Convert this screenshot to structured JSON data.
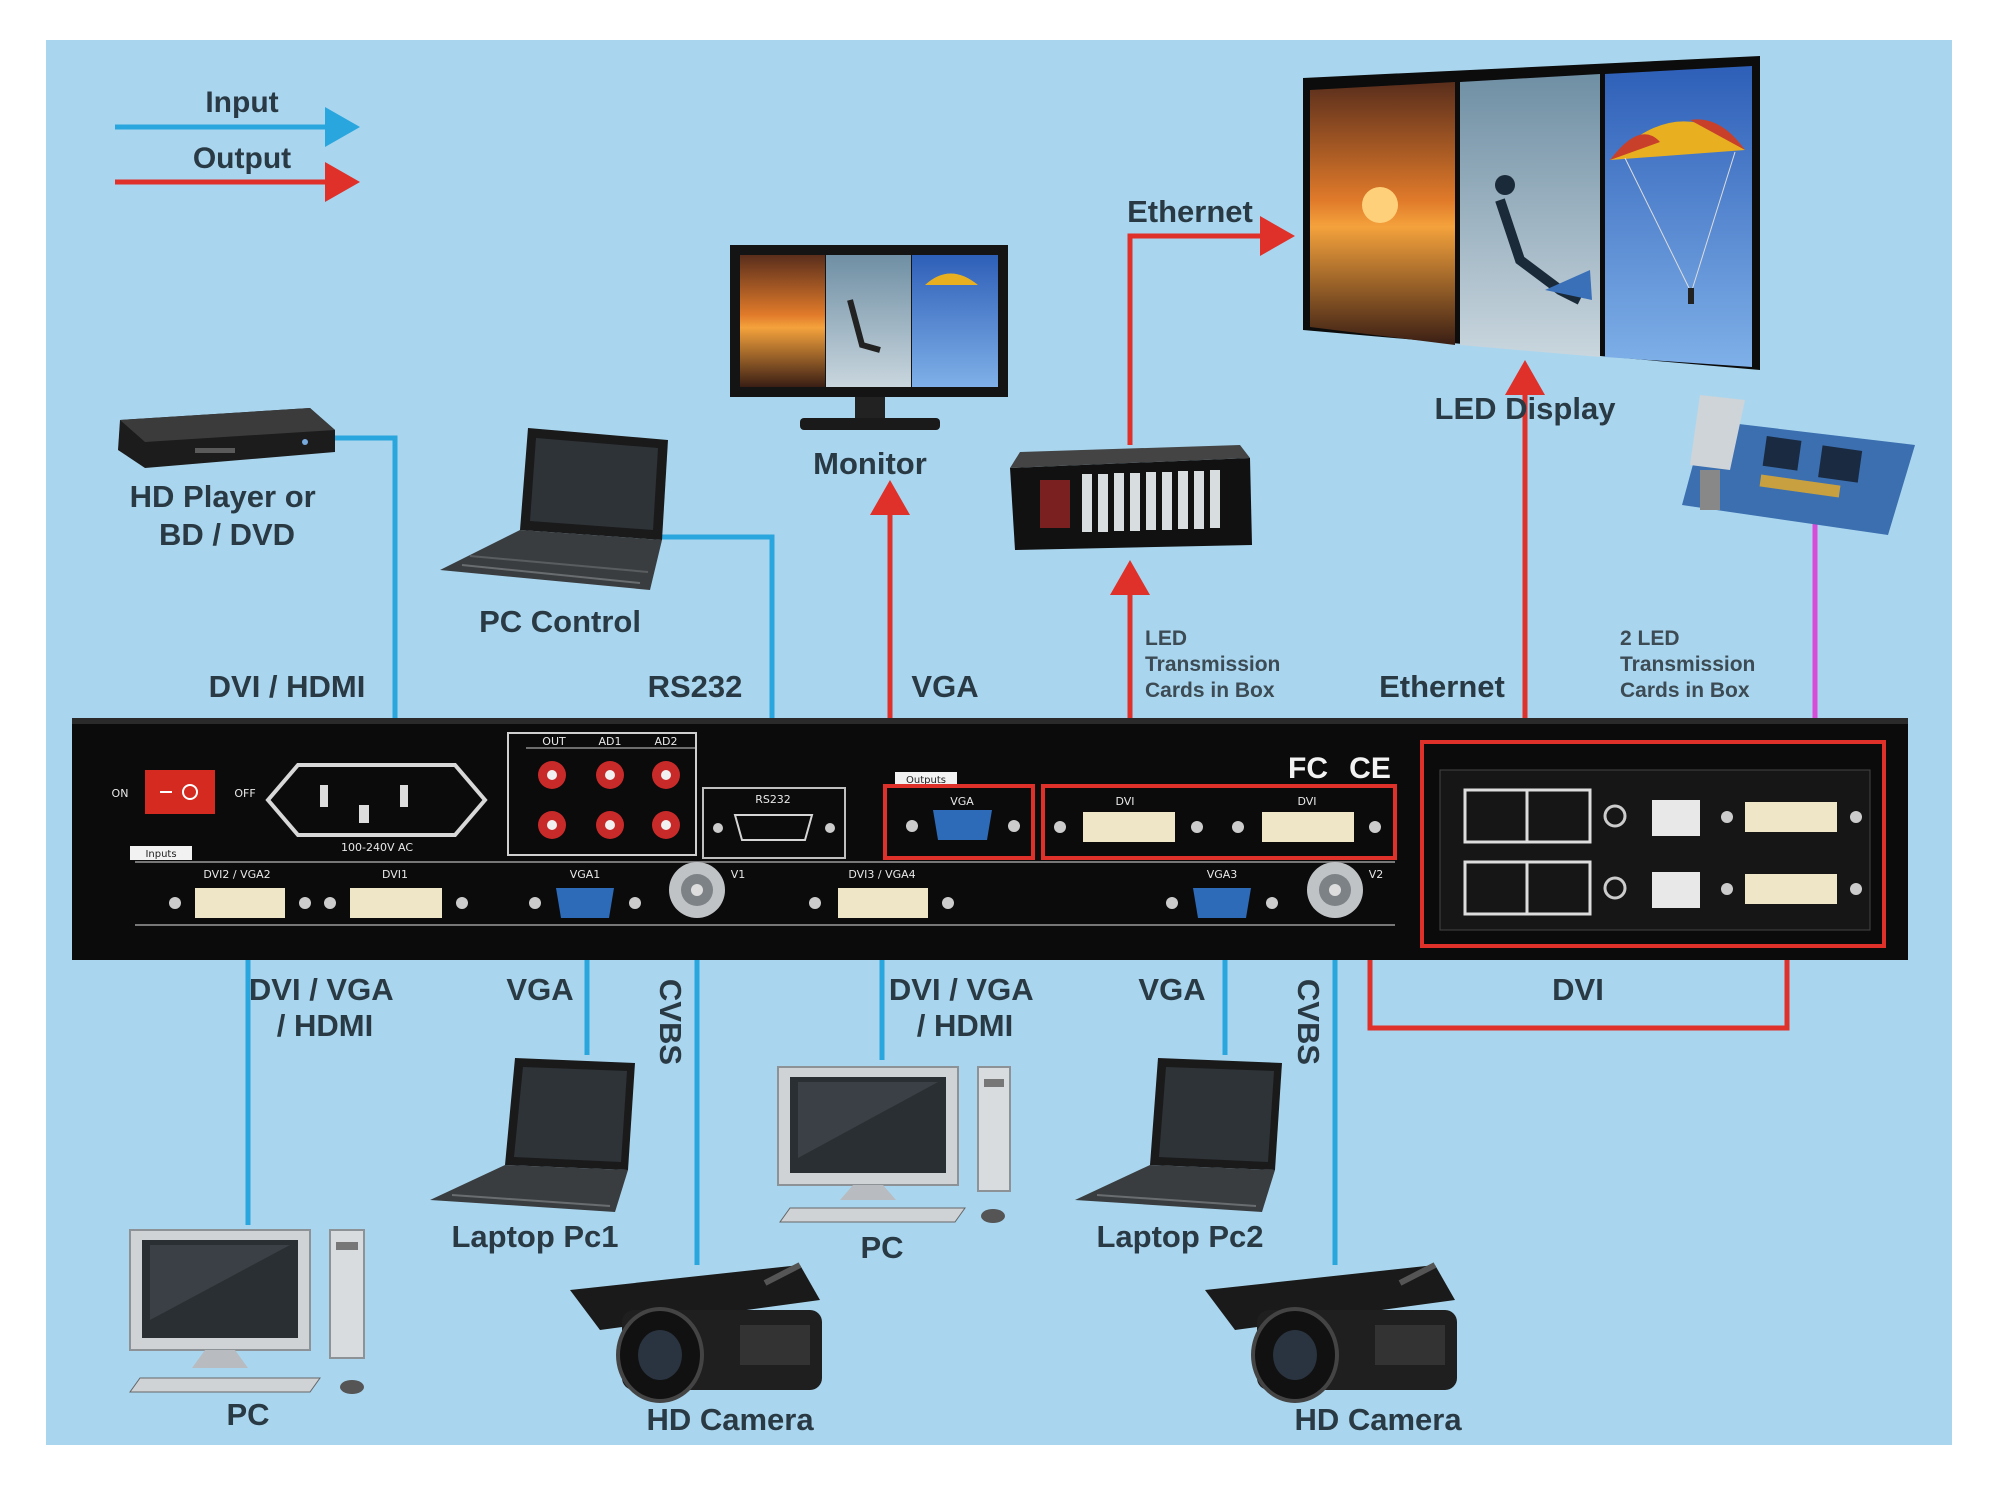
{
  "legend": {
    "input_label": "Input",
    "output_label": "Output",
    "input_color": "#2aa6df",
    "output_color": "#e0302a"
  },
  "devices": {
    "hd_player": "HD Player or\nBD / DVD",
    "pc_control": "PC Control",
    "monitor": "Monitor",
    "led_display": "LED Display",
    "pc_left": "PC",
    "laptop1": "Laptop Pc1",
    "pc_center": "PC",
    "laptop2": "Laptop Pc2",
    "camera1": "HD Camera",
    "camera2": "HD Camera"
  },
  "connections": {
    "dvi_hdmi": "DVI / HDMI",
    "rs232": "RS232",
    "vga_out": "VGA",
    "ethernet_top": "Ethernet",
    "led_cards": "LED\nTransmission\nCards in Box",
    "ethernet_right": "Ethernet",
    "led_cards2": "2 LED\nTransmission\nCards in Box",
    "dvi_vga_hdmi_1": "DVI / VGA\n/ HDMI",
    "vga_in_1": "VGA",
    "cvbs_1": "CVBS",
    "dvi_vga_hdmi_2": "DVI / VGA\n/ HDMI",
    "vga_in_2": "VGA",
    "cvbs_2": "CVBS",
    "dvi_right": "DVI"
  },
  "panel": {
    "switch_on": "ON",
    "switch_off": "OFF",
    "power_rating": "100-240V AC",
    "audio_out": "OUT",
    "audio_ad1": "AD1",
    "audio_ad2": "AD2",
    "rs232_port": "RS232",
    "outputs_tag": "Outputs",
    "inputs_tag": "Inputs",
    "vga_port": "VGA",
    "dvi_port_1": "DVI",
    "dvi_port_2": "DVI",
    "dvi2_vga2": "DVI2 / VGA2",
    "dvi1": "DVI1",
    "vga1": "VGA1",
    "v1": "V1",
    "dvi3_vga4": "DVI3 / VGA4",
    "vga3": "VGA3",
    "v2": "V2",
    "fc_mark": "FC",
    "ce_mark": "CE"
  }
}
